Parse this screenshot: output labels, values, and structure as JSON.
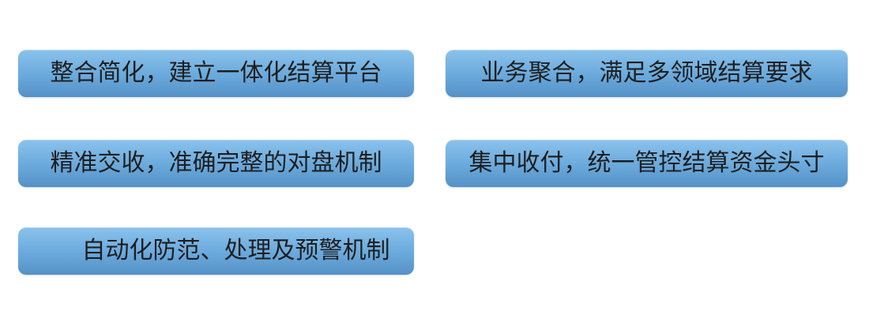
{
  "page": {
    "background": "#ffffff",
    "description_colors": {
      "button_gradient_top": "#8bc2ec",
      "button_gradient_mid": "#6aa9dc",
      "button_gradient_bottom": "#5591c6",
      "text_color": "#1e1e1e"
    }
  },
  "banners": [
    {
      "label": "整合简化，建立一体化结算平台"
    },
    {
      "label": "业务聚合，满足多领域结算要求"
    },
    {
      "label": "精准交收，准确完整的对盘机制"
    },
    {
      "label": "集中收付，统一管控结算资金头寸"
    },
    {
      "label": "自动化防范、处理及预警机制"
    }
  ]
}
